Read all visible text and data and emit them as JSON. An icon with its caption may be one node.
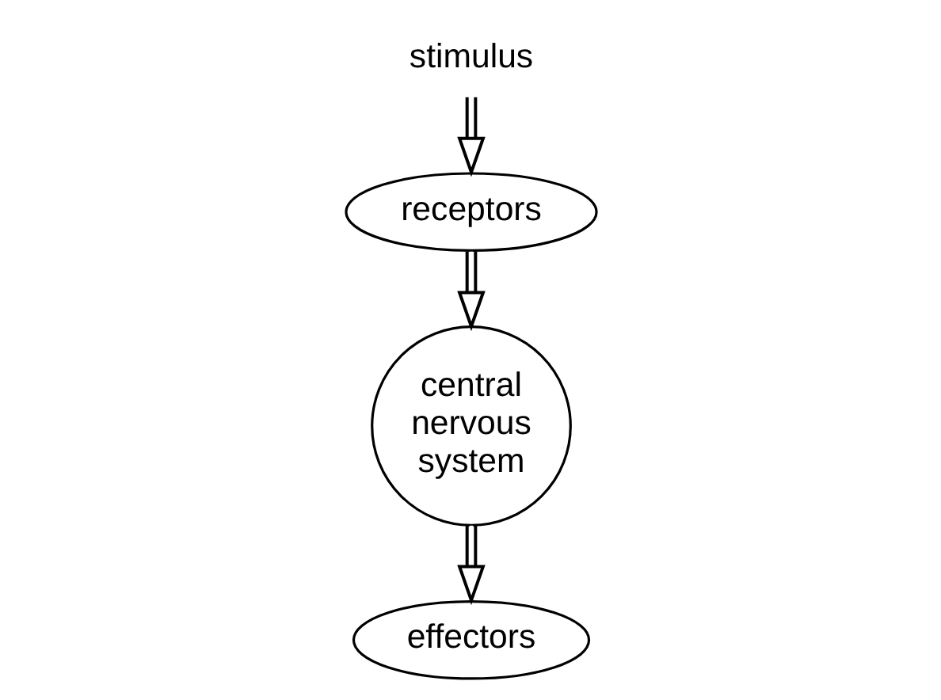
{
  "diagram": {
    "nodes": [
      {
        "text": [
          "stimulus"
        ]
      },
      {
        "text": [
          "receptors"
        ]
      },
      {
        "text": [
          "central nervous system"
        ]
      },
      {
        "text": [
          "effectors"
        ]
      }
    ],
    "edges": [
      {
        "from": 0,
        "to": 1,
        "arrow": "to"
      },
      {
        "from": 1,
        "to": 2,
        "arrow": "to"
      },
      {
        "from": 2,
        "to": 3,
        "arrow": "to"
      }
    ]
  }
}
